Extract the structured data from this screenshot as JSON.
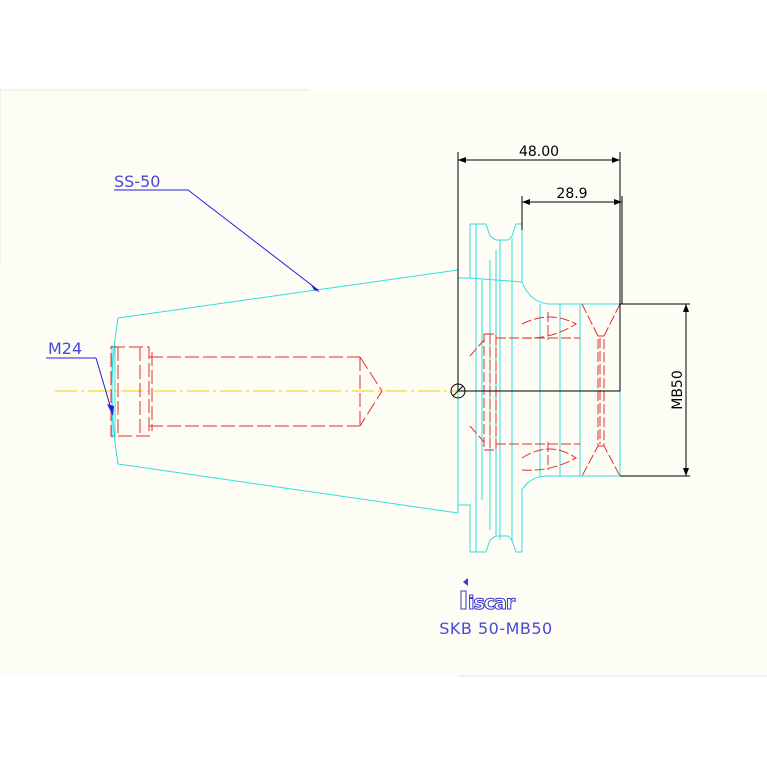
{
  "drawing": {
    "background": "#fdfdf6",
    "colors": {
      "outline": "#33dddd",
      "hidden": "#e03030",
      "centerline": "#e8d400",
      "dimension": "#000000",
      "leader": "#2020e0",
      "label": "#4848d8",
      "logo": "#3838c8"
    },
    "labels": {
      "shank": "SS-50",
      "thread": "M24",
      "part_number": "SKB 50-MB50"
    },
    "dimensions": {
      "overall_length": "48.00",
      "bore_depth": "28.9",
      "bore_diameter": "MB50"
    },
    "logo": {
      "name": "iscar-logo",
      "text": "iscar"
    }
  }
}
